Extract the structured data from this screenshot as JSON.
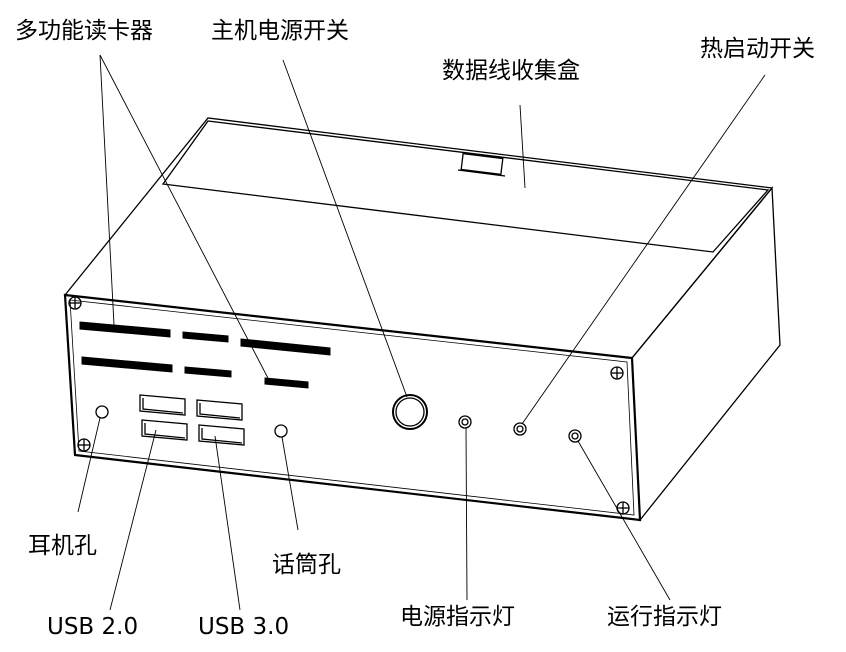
{
  "labels": {
    "card_reader": "多功能读卡器",
    "power_switch": "主机电源开关",
    "cable_box": "数据线收集盒",
    "hot_start": "热启动开关",
    "headphone": "耳机孔",
    "microphone": "话筒孔",
    "usb2": "USB 2.0",
    "usb3": "USB 3.0",
    "power_led": "电源指示灯",
    "run_led": "运行指示灯"
  },
  "colors": {
    "line": "#000000",
    "background": "#ffffff"
  }
}
